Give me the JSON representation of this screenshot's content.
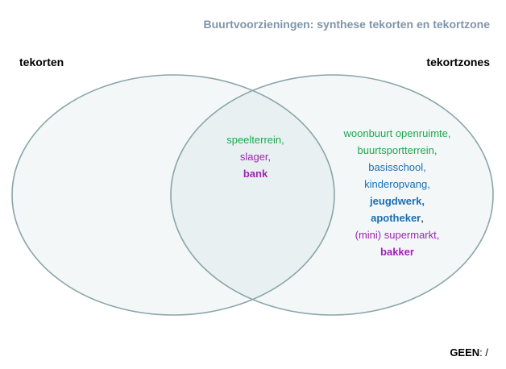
{
  "title": "Buurtvoorzieningen: synthese tekorten en tekortzone",
  "sets": {
    "left_label": "tekorten",
    "right_label": "tekortzones"
  },
  "colors": {
    "title": "#7f95aa",
    "circle_stroke": "#8aa5a8",
    "circle_fill": "#f3f7f8",
    "overlap_fill": "#e8f0f1",
    "green": "#1fa74f",
    "purple": "#9c27b0",
    "blue": "#1a6fb3"
  },
  "intersection": [
    {
      "text": "speelterrein,",
      "color": "green",
      "bold": false
    },
    {
      "text": "slager,",
      "color": "purple",
      "bold": false
    },
    {
      "text": "bank",
      "color": "purple",
      "bold": true
    }
  ],
  "right_only": [
    {
      "text": "woonbuurt openruimte,",
      "color": "green",
      "bold": false
    },
    {
      "text": "buurtsportterrein,",
      "color": "green",
      "bold": false
    },
    {
      "text": "basisschool,",
      "color": "blue",
      "bold": false
    },
    {
      "text": "kinderopvang,",
      "color": "blue",
      "bold": false
    },
    {
      "text": "jeugdwerk,",
      "color": "blue",
      "bold": true
    },
    {
      "text": "apotheker",
      "color": "blue",
      "bold": true,
      "suffix": ","
    },
    {
      "text": "(mini) supermarkt,",
      "color": "purple",
      "bold": false
    },
    {
      "text": "bakker",
      "color": "purple",
      "bold": true
    }
  ],
  "footer": {
    "key": "GEEN",
    "value": ": /"
  }
}
